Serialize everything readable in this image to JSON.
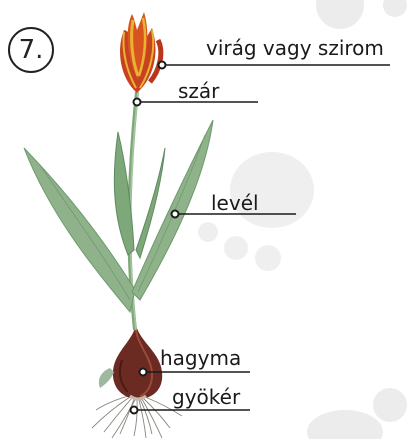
{
  "diagram": {
    "number": "7.",
    "labels": {
      "flower": "virág vagy szirom",
      "stem": "szár",
      "leaf": "levél",
      "bulb": "hagyma",
      "root": "gyökér"
    },
    "colors": {
      "petal_red": "#c9421f",
      "petal_yellow": "#e8b234",
      "leaf_green": "#8fb28a",
      "leaf_dark": "#6d9a6e",
      "bulb_brown": "#6b2a22",
      "root_gray": "#8a8580",
      "pawprint": "#ececec"
    }
  }
}
